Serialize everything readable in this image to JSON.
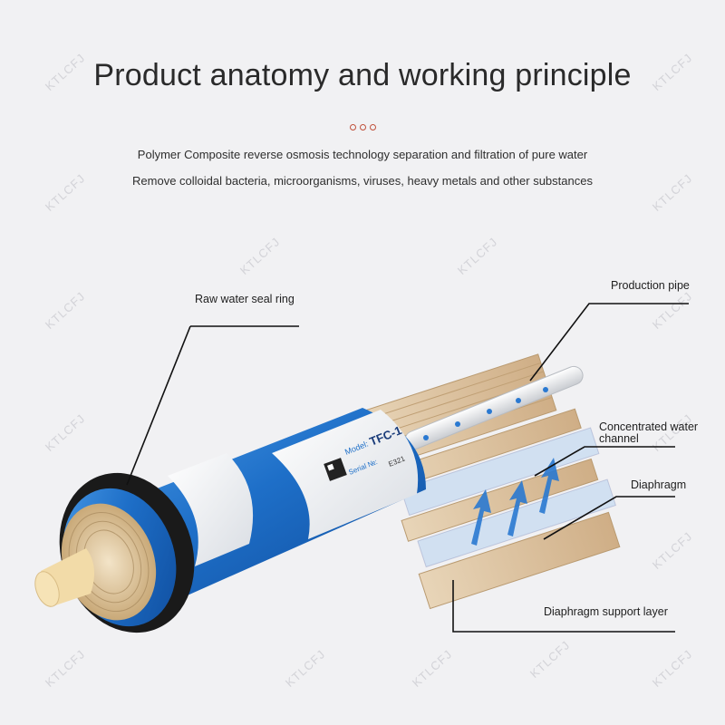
{
  "header": {
    "title": "Product anatomy and working principle",
    "subtitle_1": "Polymer Composite reverse osmosis technology separation and filtration of pure water",
    "subtitle_2": "Remove colloidal bacteria, microorganisms, viruses, heavy metals and other substances"
  },
  "labels": {
    "raw_water_seal_ring": "Raw water seal ring",
    "production_pipe": "Production pipe",
    "concentrated_water_channel_1": "Concentrated water",
    "concentrated_water_channel_2": "channel",
    "diaphragm": "Diaphragm",
    "diaphragm_support_layer": "Diaphragm support layer"
  },
  "product_label": {
    "model_text": "Model:",
    "model_value": "TFC-1",
    "serial_text": "Serial №:",
    "serial_value": "E321"
  },
  "watermark": "KTLCFJ",
  "colors": {
    "membrane_blue": "#1e6fc8",
    "seal_ring": "#1a1a1a",
    "tan_layers": "#dcc3a0",
    "accent_dots": "#c0503a"
  }
}
